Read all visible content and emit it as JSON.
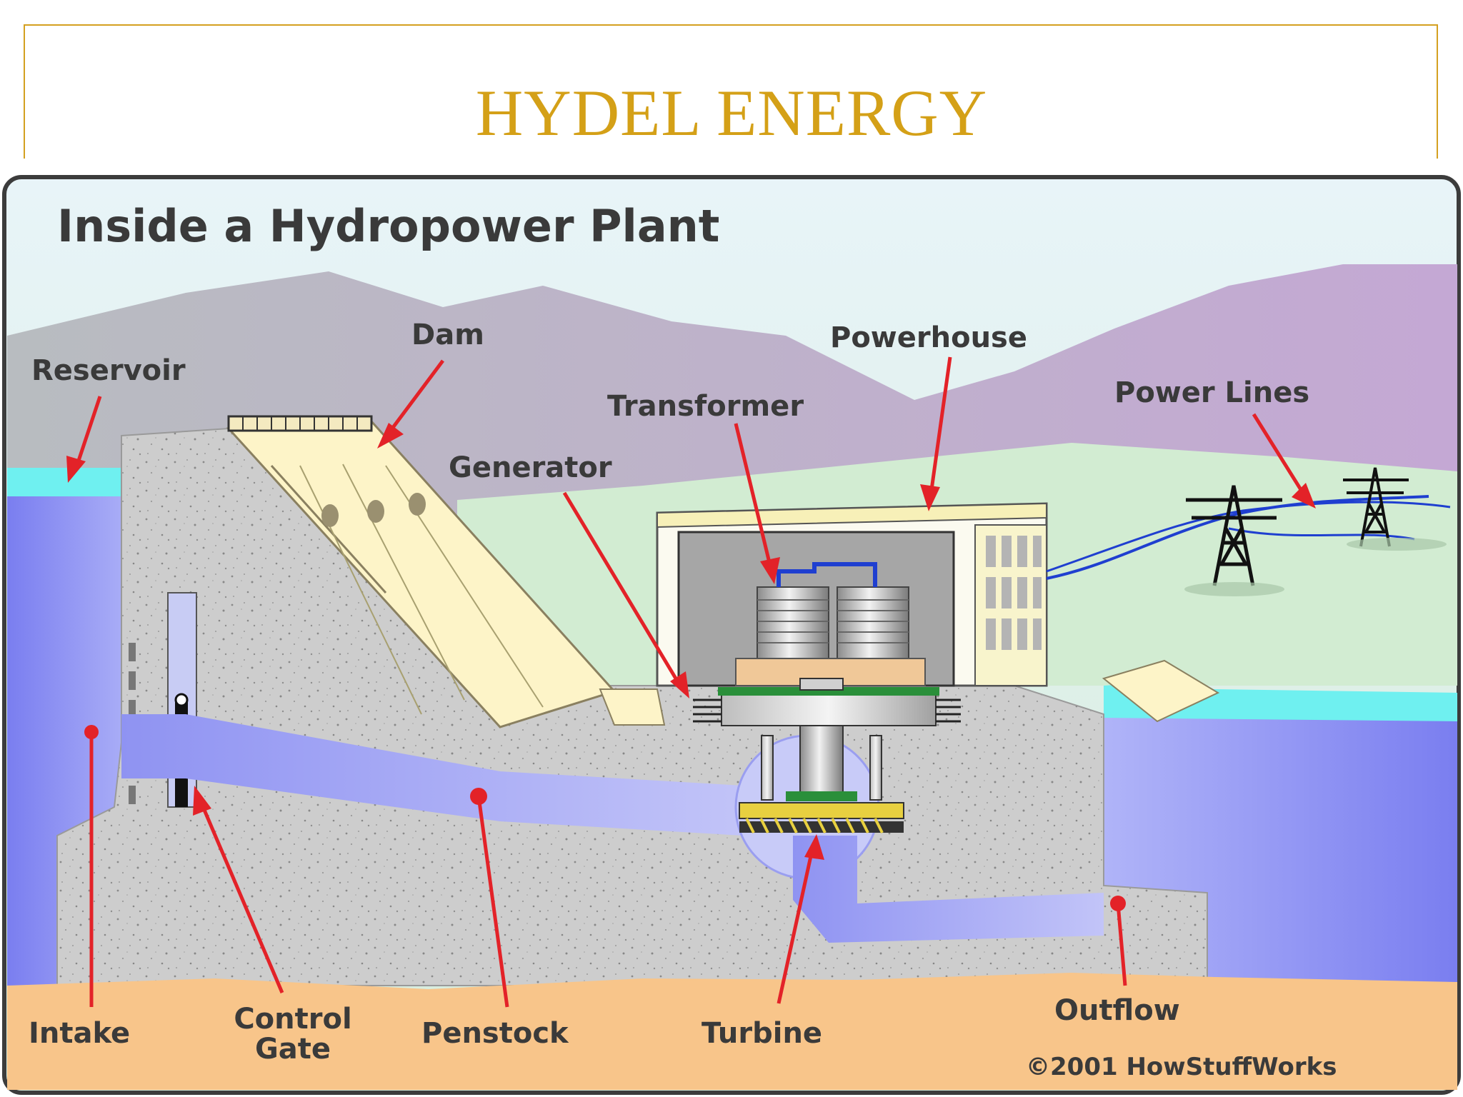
{
  "slide": {
    "title": "HYDEL ENERGY"
  },
  "diagram": {
    "title": "Inside a Hydropower Plant",
    "labels": {
      "reservoir": "Reservoir",
      "dam": "Dam",
      "powerhouse": "Powerhouse",
      "transformer": "Transformer",
      "generator": "Generator",
      "power_lines": "Power Lines",
      "intake": "Intake",
      "control_gate_line1": "Control",
      "control_gate_line2": "Gate",
      "penstock": "Penstock",
      "turbine": "Turbine",
      "outflow": "Outflow"
    },
    "copyright": "©2001 HowStuffWorks"
  },
  "colors": {
    "title": "#d4a017",
    "frame": "#d4a020",
    "arrow": "#e32228",
    "water": "#8080f0",
    "concrete": "#c8c8c8",
    "ground": "#f8c58a"
  }
}
